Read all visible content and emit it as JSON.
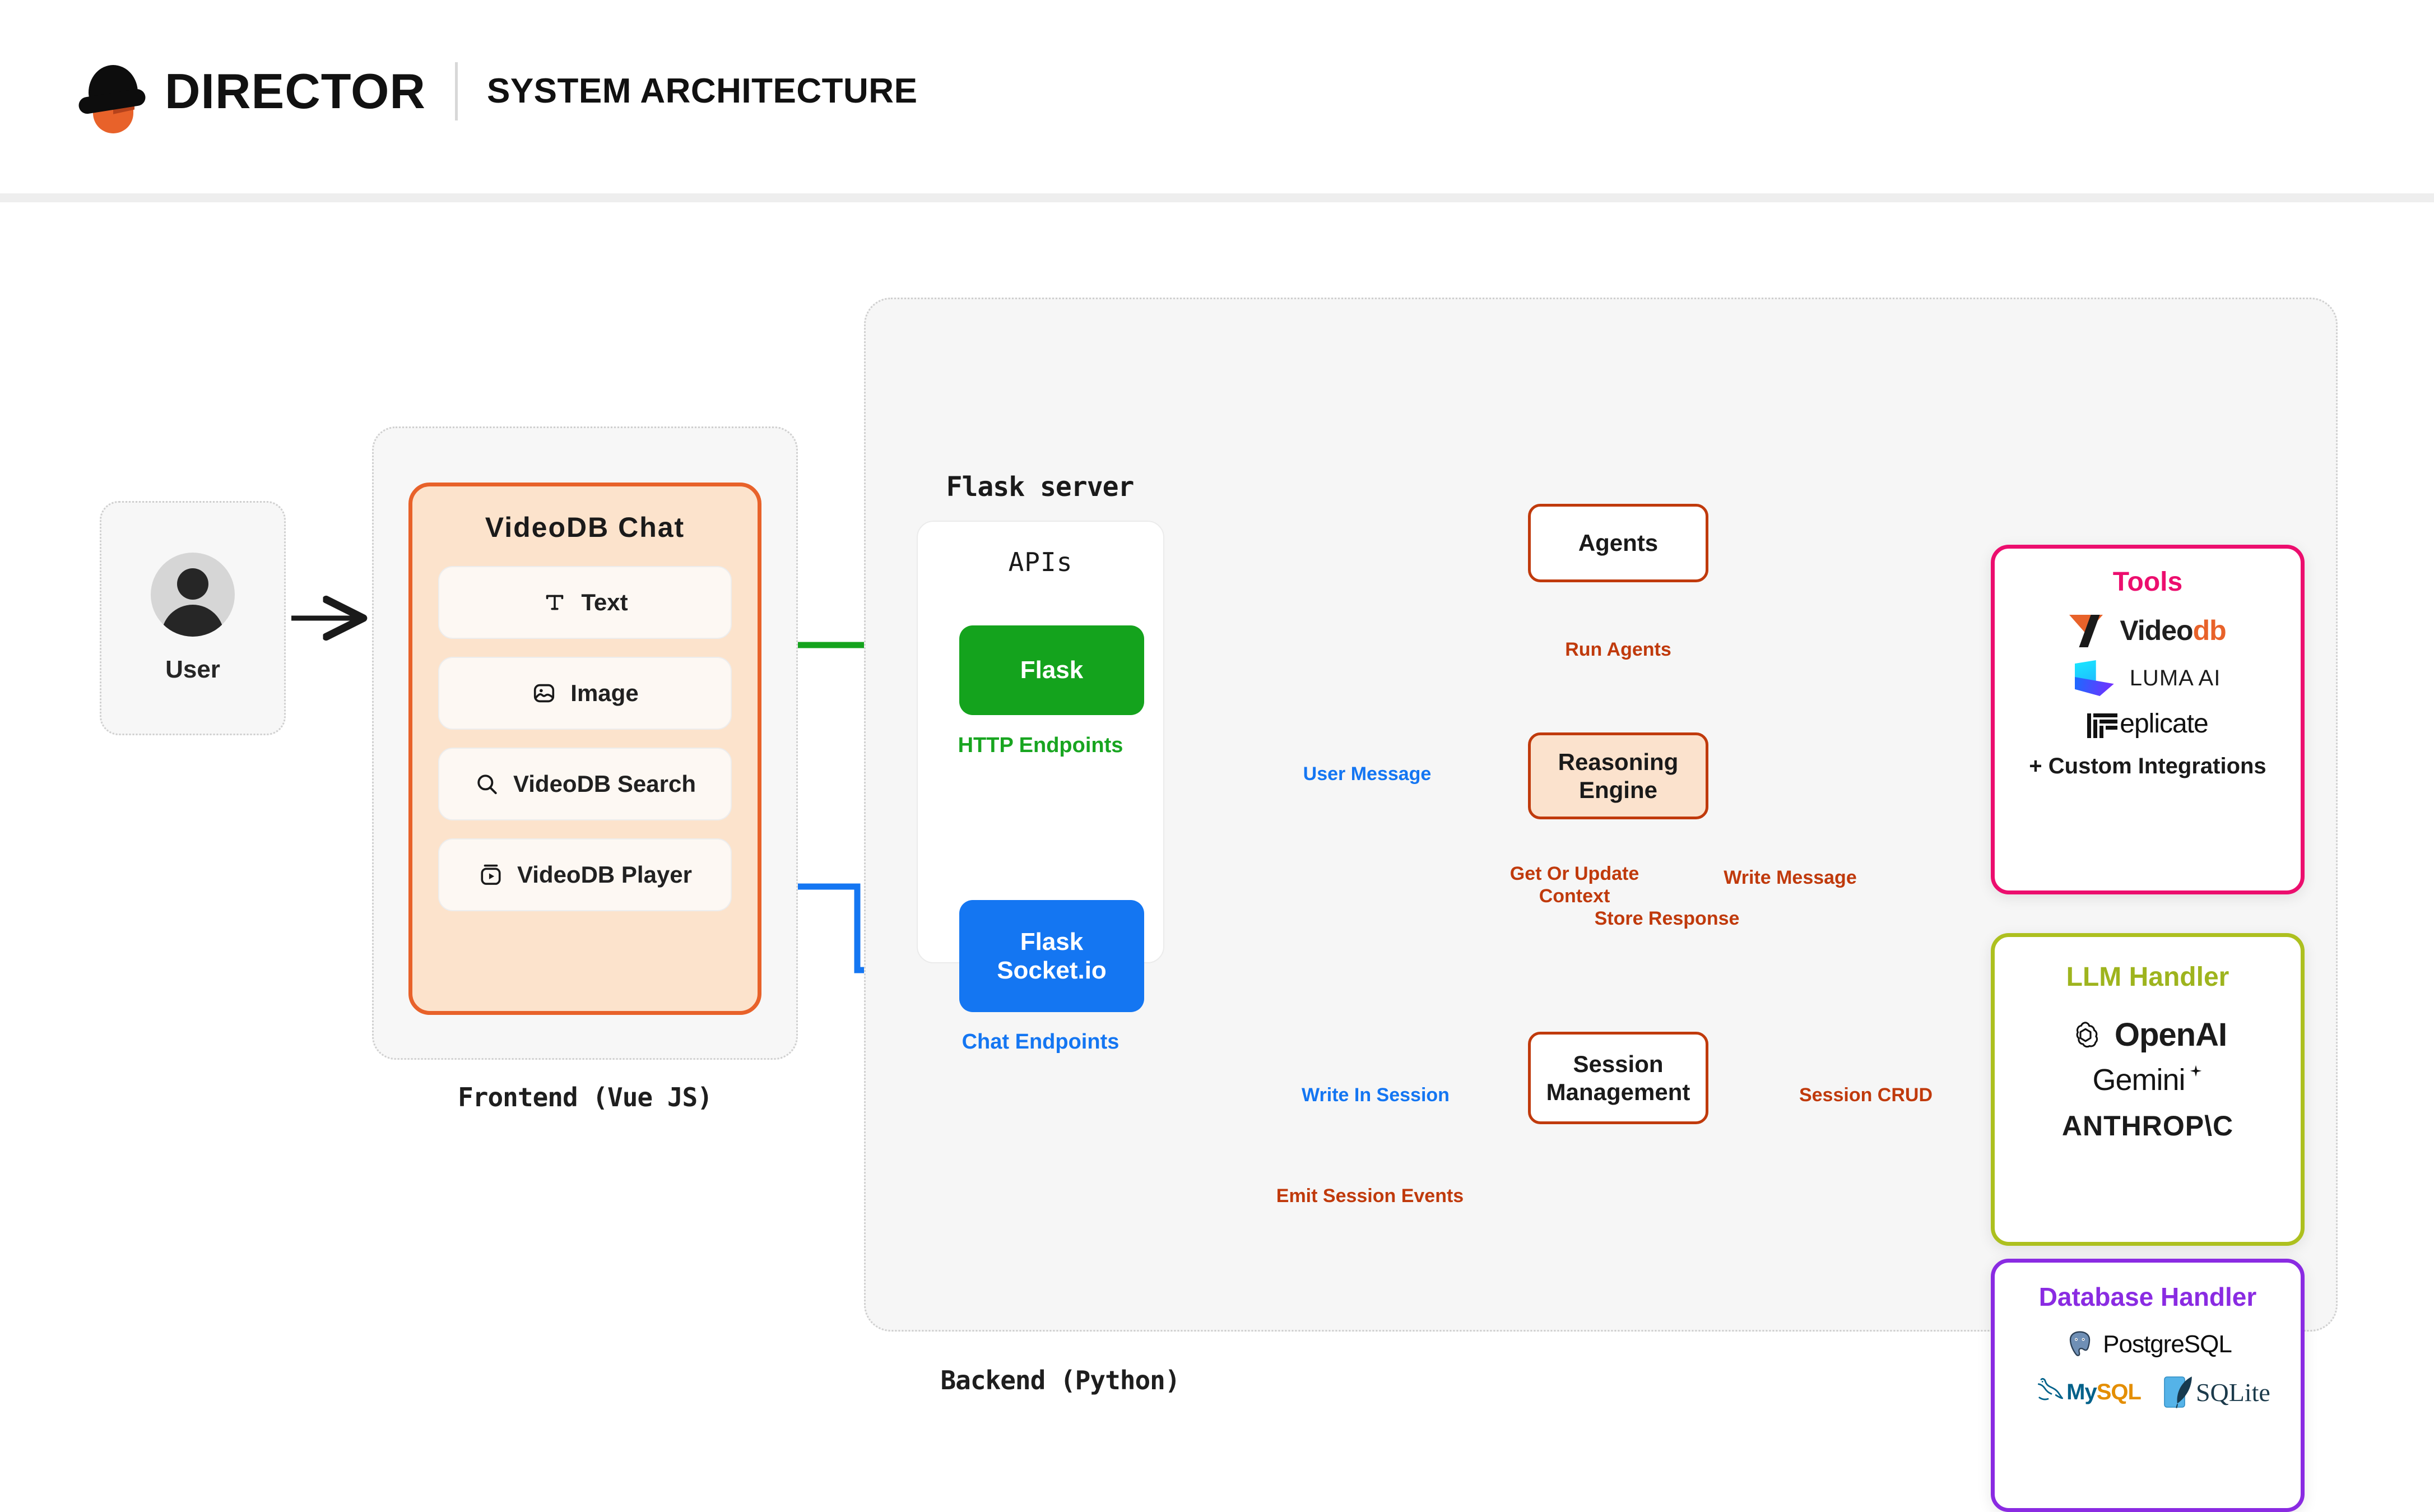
{
  "header": {
    "brand": "DIRECTOR",
    "subtitle": "SYSTEM ARCHITECTURE",
    "logo_icon": "bowler-hat-logo-icon",
    "brand_color": "#111111",
    "logo_orange": "#e8622a"
  },
  "user": {
    "label": "User",
    "avatar_icon": "user-avatar-icon"
  },
  "frontend": {
    "caption": "Frontend (Vue JS)",
    "card_title": "VideoDB Chat",
    "card_border_color": "#e8622a",
    "card_bg_color": "#fce3cc",
    "items": [
      {
        "label": "Text",
        "icon": "text-format-icon"
      },
      {
        "label": "Image",
        "icon": "image-icon"
      },
      {
        "label": "VideoDB Search",
        "icon": "search-icon"
      },
      {
        "label": "VideoDB Player",
        "icon": "video-player-icon"
      }
    ]
  },
  "backend": {
    "caption": "Backend (Python)",
    "flask_server_title": "Flask server",
    "apis_title": "APIs",
    "http": {
      "box_label": "Flask",
      "caption": "HTTP Endpoints",
      "color": "#14a31d"
    },
    "socket": {
      "box_label_line1": "Flask",
      "box_label_line2": "Socket.io",
      "caption": "Chat Endpoints",
      "color": "#1476f2"
    },
    "core_nodes": [
      {
        "id": "agents",
        "label": "Agents"
      },
      {
        "id": "reasoning",
        "label_line1": "Reasoning",
        "label_line2": "Engine"
      },
      {
        "id": "session",
        "label_line1": "Session",
        "label_line2": "Management"
      }
    ]
  },
  "edges": [
    {
      "label": "User Message",
      "color": "#1476f2"
    },
    {
      "label": "Write In Session",
      "color": "#1476f2"
    },
    {
      "label": "Run Agents",
      "color": "#c03a0c"
    },
    {
      "label_line1": "Get Or Update",
      "label_line2": "Context",
      "color": "#c03a0c"
    },
    {
      "label": "Store Response",
      "color": "#c03a0c"
    },
    {
      "label": "Write Message",
      "color": "#c03a0c"
    },
    {
      "label": "Session CRUD",
      "color": "#c03a0c"
    },
    {
      "label": "Emit Session Events",
      "color": "#c03a0c"
    }
  ],
  "panels": {
    "tools": {
      "title": "Tools",
      "accent": "#ec0e6e",
      "logos": [
        {
          "name": "videodb-logo",
          "text_dark": "Video",
          "text_accent": "db"
        },
        {
          "name": "luma-ai-logo",
          "text": "LUMA AI"
        },
        {
          "name": "replicate-logo",
          "text": "eplicate"
        }
      ],
      "footer": "+ Custom Integrations"
    },
    "llm": {
      "title": "LLM Handler",
      "accent": "#adc01f",
      "logos": [
        {
          "name": "openai-logo",
          "text": "OpenAI"
        },
        {
          "name": "gemini-logo",
          "text": "Gemini"
        },
        {
          "name": "anthropic-logo",
          "text": "ANTHROP\\C"
        }
      ]
    },
    "database": {
      "title": "Database Handler",
      "accent": "#8a2be2",
      "logos": [
        {
          "name": "postgresql-logo",
          "text": "PostgreSQL"
        },
        {
          "name": "mysql-logo",
          "text_a": "My",
          "text_b": "SQL"
        },
        {
          "name": "sqlite-logo",
          "text": "SQLite"
        }
      ]
    }
  }
}
